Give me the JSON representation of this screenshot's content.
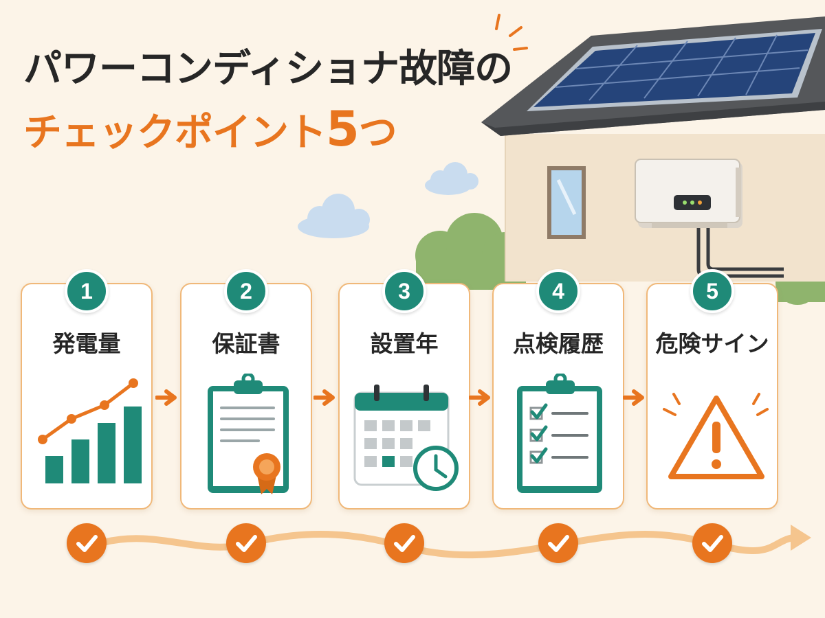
{
  "title": {
    "line1": "パワーコンディショナ故障の",
    "line2_prefix": "チェックポイント",
    "line2_number": "5",
    "line2_suffix": "つ"
  },
  "steps": [
    {
      "number": "1",
      "label": "発電量",
      "icon": "bar-chart-trend-icon"
    },
    {
      "number": "2",
      "label": "保証書",
      "icon": "certificate-clipboard-icon"
    },
    {
      "number": "3",
      "label": "設置年",
      "icon": "calendar-clock-icon"
    },
    {
      "number": "4",
      "label": "点検履歴",
      "icon": "checklist-clipboard-icon"
    },
    {
      "number": "5",
      "label": "危険サイン",
      "icon": "warning-triangle-icon"
    }
  ],
  "colors": {
    "accent_orange": "#e8751f",
    "teal": "#1f8a78",
    "card_border": "#f0b879",
    "background": "#fcf4e8",
    "title_dark": "#262626"
  }
}
